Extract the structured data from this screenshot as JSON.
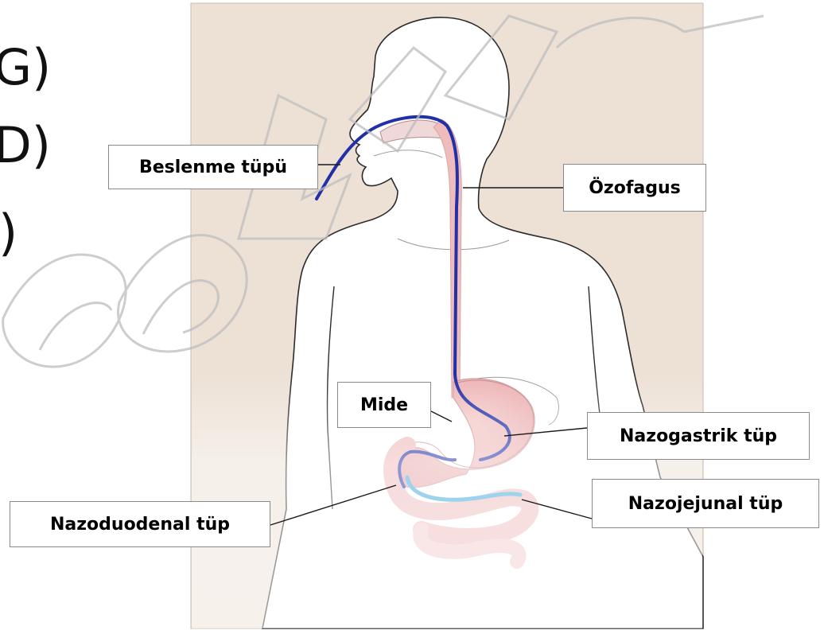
{
  "side_text": [
    "G)",
    "D)",
    ")"
  ],
  "labels": {
    "feeding_tube": "Beslenme tüpü",
    "esophagus": "Özofagus",
    "stomach": "Mide",
    "nasogastric": "Nazogastrik tüp",
    "nasoduodenal": "Nazoduodenal tüp",
    "nasojejunal": "Nazojejunal tüp"
  },
  "colors": {
    "panel_background": "#ede1d6",
    "body_fill": "#ffffff",
    "organ_fill": "#efbcbd",
    "gastric_tube": "#2230a8",
    "jejunal_tube": "#3aa6dc",
    "watermark_outline": "#bdbdbd"
  }
}
